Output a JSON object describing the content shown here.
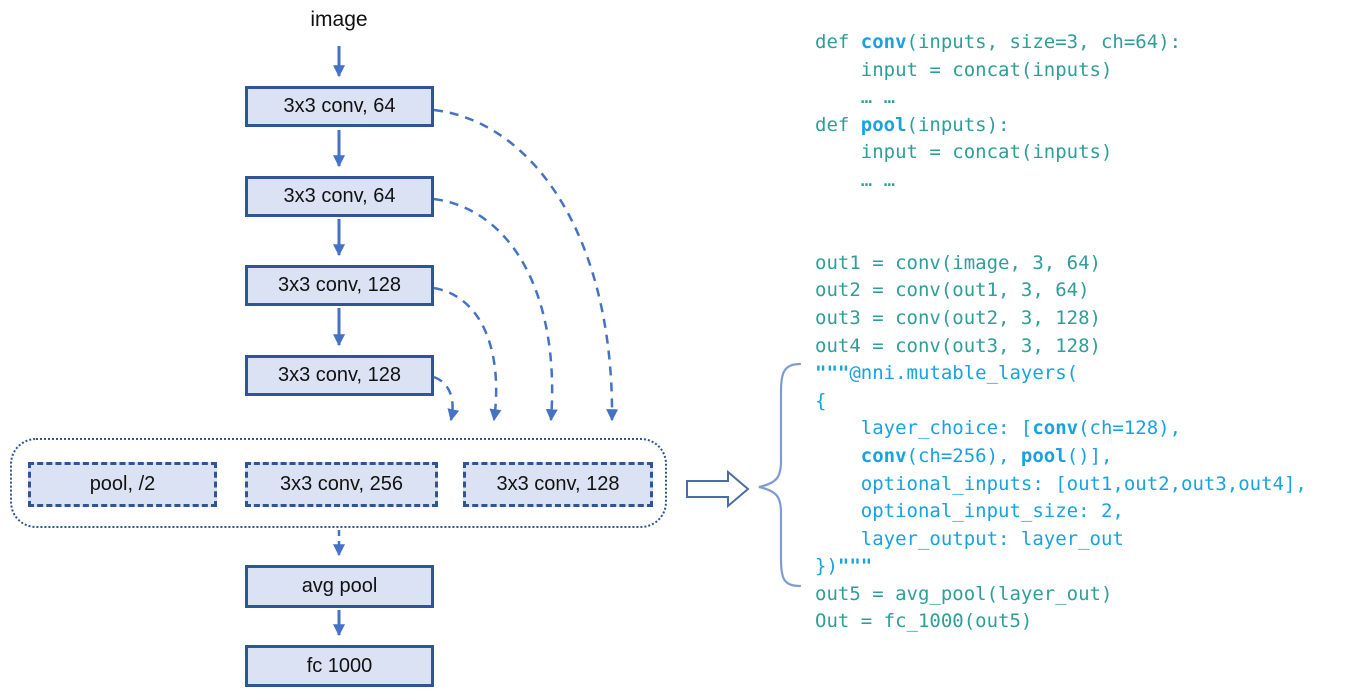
{
  "diagram": {
    "input_label": "image",
    "conv_boxes": [
      "3x3 conv, 64",
      "3x3 conv, 64",
      "3x3 conv, 128",
      "3x3 conv, 128"
    ],
    "mutable_boxes": [
      "pool, /2",
      "3x3 conv, 256",
      "3x3 conv, 128"
    ],
    "tail_boxes": [
      "avg pool",
      "fc 1000"
    ]
  },
  "code": {
    "lines": [
      {
        "segments": [
          {
            "text": "def ",
            "style": "t"
          },
          {
            "text": "conv",
            "style": "bb"
          },
          {
            "text": "(inputs, size=3, ch=64):",
            "style": "t"
          }
        ]
      },
      {
        "segments": [
          {
            "text": "    input = concat(inputs)",
            "style": "t"
          }
        ]
      },
      {
        "segments": [
          {
            "text": "    … …",
            "style": "t"
          }
        ]
      },
      {
        "segments": [
          {
            "text": "def ",
            "style": "t"
          },
          {
            "text": "pool",
            "style": "bb"
          },
          {
            "text": "(inputs):",
            "style": "t"
          }
        ]
      },
      {
        "segments": [
          {
            "text": "    input = concat(inputs)",
            "style": "t"
          }
        ]
      },
      {
        "segments": [
          {
            "text": "    … …",
            "style": "t"
          }
        ]
      },
      {
        "segments": []
      },
      {
        "segments": []
      },
      {
        "segments": [
          {
            "text": "out1 = conv(image, 3, 64)",
            "style": "t"
          }
        ]
      },
      {
        "segments": [
          {
            "text": "out2 = conv(out1, 3, 64)",
            "style": "t"
          }
        ]
      },
      {
        "segments": [
          {
            "text": "out3 = conv(out2, 3, 128)",
            "style": "t"
          }
        ]
      },
      {
        "segments": [
          {
            "text": "out4 = conv(out3, 3, 128)",
            "style": "t"
          }
        ]
      },
      {
        "segments": [
          {
            "text": "\"\"\"",
            "style": "bb"
          },
          {
            "text": "@nni.mutable_layers(",
            "style": "b"
          }
        ]
      },
      {
        "segments": [
          {
            "text": "{",
            "style": "b"
          }
        ]
      },
      {
        "segments": [
          {
            "text": "    layer_choice: [",
            "style": "b"
          },
          {
            "text": "conv",
            "style": "bb"
          },
          {
            "text": "(ch=128),",
            "style": "b"
          }
        ]
      },
      {
        "segments": [
          {
            "text": "    ",
            "style": "b"
          },
          {
            "text": "conv",
            "style": "bb"
          },
          {
            "text": "(ch=256), ",
            "style": "b"
          },
          {
            "text": "pool",
            "style": "bb"
          },
          {
            "text": "()],",
            "style": "b"
          }
        ]
      },
      {
        "segments": [
          {
            "text": "    optional_inputs: [out1,out2,out3,out4],",
            "style": "b"
          }
        ]
      },
      {
        "segments": [
          {
            "text": "    optional_input_size: 2,",
            "style": "b"
          }
        ]
      },
      {
        "segments": [
          {
            "text": "    layer_output: layer_out",
            "style": "b"
          }
        ]
      },
      {
        "segments": [
          {
            "text": "})",
            "style": "b"
          },
          {
            "text": "\"\"\"",
            "style": "bb"
          }
        ]
      },
      {
        "segments": [
          {
            "text": "out5 = avg_pool(layer_out)",
            "style": "t"
          }
        ]
      },
      {
        "segments": [
          {
            "text": "Out = fc_1000(out5)",
            "style": "t"
          }
        ]
      }
    ]
  },
  "colors": {
    "box_fill": "#dbe2f3",
    "box_border": "#2f5597",
    "arrow_blue": "#4472c4",
    "code_teal": "#2e9e99",
    "code_blue": "#18a2e2",
    "brace_blue": "#7e9cd3",
    "block_arrow_outline": "#4a6da7"
  }
}
